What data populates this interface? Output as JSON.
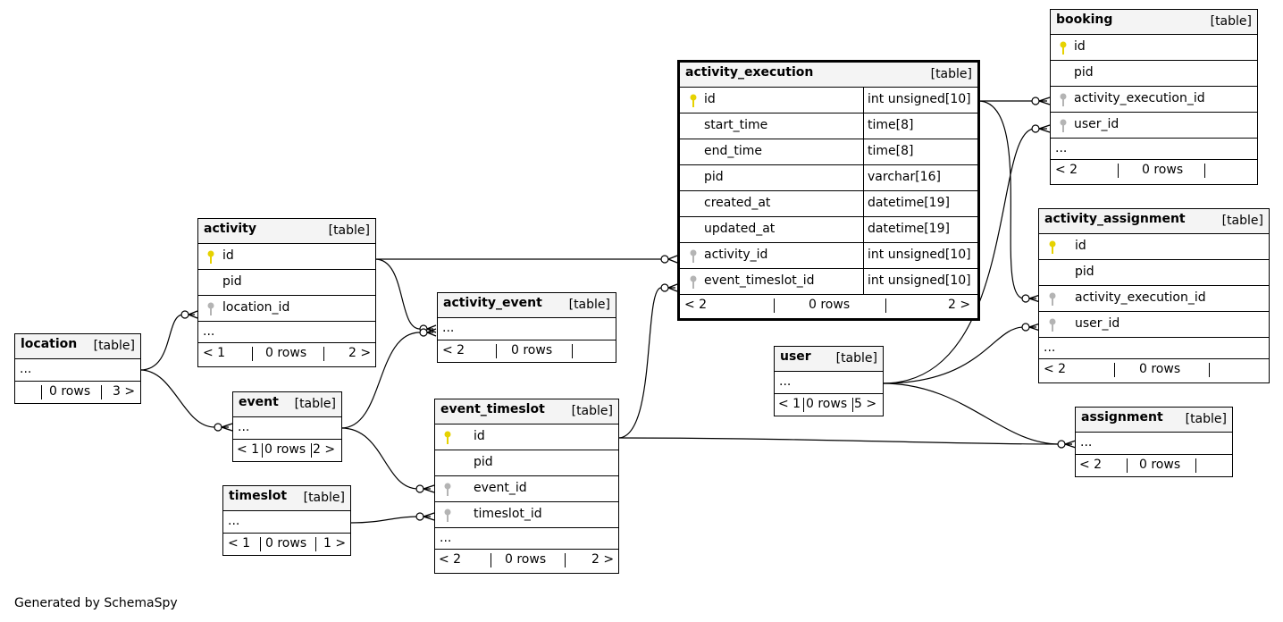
{
  "credit": "Generated by SchemaSpy",
  "tables": {
    "activity_execution": {
      "name": "activity_execution",
      "kind": "[table]",
      "columns": [
        {
          "name": "id",
          "type": "int unsigned[10]",
          "key": "primary"
        },
        {
          "name": "start_time",
          "type": "time[8]",
          "key": ""
        },
        {
          "name": "end_time",
          "type": "time[8]",
          "key": ""
        },
        {
          "name": "pid",
          "type": "varchar[16]",
          "key": ""
        },
        {
          "name": "created_at",
          "type": "datetime[19]",
          "key": ""
        },
        {
          "name": "updated_at",
          "type": "datetime[19]",
          "key": ""
        },
        {
          "name": "activity_id",
          "type": "int unsigned[10]",
          "key": "foreign"
        },
        {
          "name": "event_timeslot_id",
          "type": "int unsigned[10]",
          "key": "foreign"
        }
      ],
      "footer": {
        "parents": "< 2",
        "rows": "0 rows",
        "children": "2 >"
      }
    },
    "booking": {
      "name": "booking",
      "kind": "[table]",
      "columns": [
        {
          "name": "id",
          "key": "primary"
        },
        {
          "name": "pid",
          "key": ""
        },
        {
          "name": "activity_execution_id",
          "key": "foreign"
        },
        {
          "name": "user_id",
          "key": "foreign"
        }
      ],
      "ellipsis": "...",
      "footer": {
        "parents": "< 2",
        "rows": "0 rows",
        "children": ""
      }
    },
    "activity_assignment": {
      "name": "activity_assignment",
      "kind": "[table]",
      "columns": [
        {
          "name": "id",
          "key": "primary"
        },
        {
          "name": "pid",
          "key": ""
        },
        {
          "name": "activity_execution_id",
          "key": "foreign"
        },
        {
          "name": "user_id",
          "key": "foreign"
        }
      ],
      "ellipsis": "...",
      "footer": {
        "parents": "< 2",
        "rows": "0 rows",
        "children": ""
      }
    },
    "activity": {
      "name": "activity",
      "kind": "[table]",
      "columns": [
        {
          "name": "id",
          "key": "primary"
        },
        {
          "name": "pid",
          "key": ""
        },
        {
          "name": "location_id",
          "key": "foreign"
        }
      ],
      "ellipsis": "...",
      "footer": {
        "parents": "< 1",
        "rows": "0 rows",
        "children": "2 >"
      }
    },
    "activity_event": {
      "name": "activity_event",
      "kind": "[table]",
      "ellipsis": "...",
      "footer": {
        "parents": "< 2",
        "rows": "0 rows",
        "children": ""
      }
    },
    "location": {
      "name": "location",
      "kind": "[table]",
      "ellipsis": "...",
      "footer": {
        "parents": "",
        "rows": "0 rows",
        "children": "3 >"
      }
    },
    "event": {
      "name": "event",
      "kind": "[table]",
      "ellipsis": "...",
      "footer": {
        "parents": "< 1",
        "rows": "0 rows",
        "children": "2 >"
      }
    },
    "event_timeslot": {
      "name": "event_timeslot",
      "kind": "[table]",
      "columns": [
        {
          "name": "id",
          "key": "primary"
        },
        {
          "name": "pid",
          "key": ""
        },
        {
          "name": "event_id",
          "key": "foreign"
        },
        {
          "name": "timeslot_id",
          "key": "foreign"
        }
      ],
      "ellipsis": "...",
      "footer": {
        "parents": "< 2",
        "rows": "0 rows",
        "children": "2 >"
      }
    },
    "timeslot": {
      "name": "timeslot",
      "kind": "[table]",
      "ellipsis": "...",
      "footer": {
        "parents": "< 1",
        "rows": "0 rows",
        "children": "1 >"
      }
    },
    "user": {
      "name": "user",
      "kind": "[table]",
      "ellipsis": "...",
      "footer": {
        "parents": "< 1",
        "rows": "0 rows",
        "children": "5 >"
      }
    },
    "assignment": {
      "name": "assignment",
      "kind": "[table]",
      "ellipsis": "...",
      "footer": {
        "parents": "< 2",
        "rows": "0 rows",
        "children": ""
      }
    }
  },
  "colors": {
    "primary_key": "#e6d200",
    "foreign_key": "#b4b4b4",
    "header_bg": "#f4f4f4",
    "line": "#000000"
  },
  "icons": {
    "primary_key": "primary-key-icon",
    "foreign_key": "foreign-key-icon"
  }
}
